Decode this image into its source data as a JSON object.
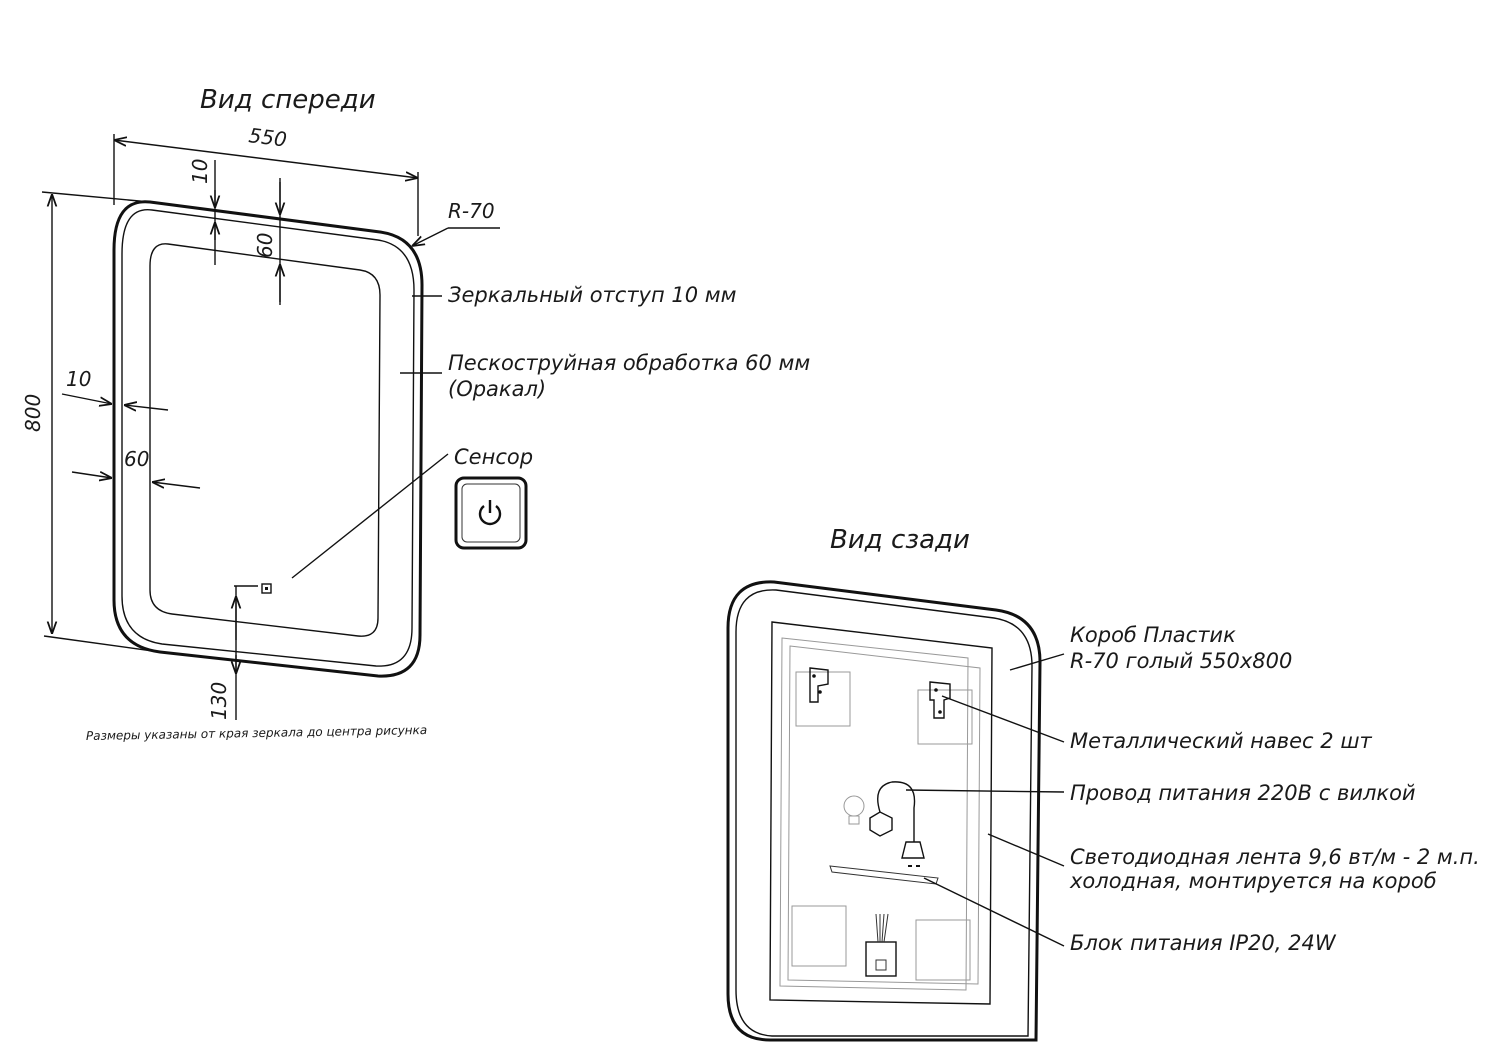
{
  "front_view": {
    "title": "Вид спереди",
    "dim_width": "550",
    "dim_height": "800",
    "dim_mirror_top": "10",
    "dim_sand_top": "60",
    "dim_mirror_left": "10",
    "dim_sand_left": "60",
    "dim_sensor_bottom": "130",
    "radius": "R-70",
    "footnote": "Размеры указаны от края зеркала до центра рисунка"
  },
  "front_callouts": {
    "mirror_offset": "Зеркальный отступ 10 мм",
    "sandblast_line1": "Пескоструйная обработка 60 мм",
    "sandblast_line2": "(Оракал)",
    "sensor": "Сенсор"
  },
  "back_view": {
    "title": "Вид сзади"
  },
  "back_callouts": {
    "box_line1": "Короб Пластик",
    "box_line2": "R-70 голый 550х800",
    "hanger": "Металлический навес 2 шт",
    "power_cord": "Провод питания 220В с вилкой",
    "led_line1": "Светодиодная лента 9,6 вт/м - 2 м.п.",
    "led_line2": "холодная, монтируется на короб",
    "psu": "Блок питания IP20, 24W"
  },
  "icons": {
    "sensor_button": "power-icon",
    "cord": "plug-icon",
    "bulb": "bulb-icon"
  }
}
